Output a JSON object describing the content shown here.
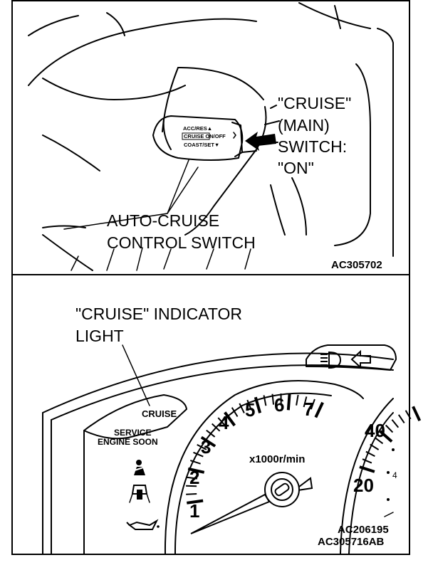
{
  "top_panel": {
    "main_switch_label": [
      "\"CRUISE\"",
      "(MAIN)",
      "SWITCH:",
      "\"ON\""
    ],
    "control_switch_label": [
      "AUTO-CRUISE",
      "CONTROL SWITCH"
    ],
    "lever_text": [
      "ACC/RES▲",
      "CRUISE ON/OFF",
      "COAST/SET▼"
    ],
    "figure_code": "AC305702"
  },
  "bottom_panel": {
    "indicator_label": [
      "\"CRUISE\" INDICATOR",
      "LIGHT"
    ],
    "cluster_cruise": "CRUISE",
    "cluster_service": [
      "SERVICE",
      "ENGINE SOON"
    ],
    "tach_unit": "x1000r/min",
    "tach_numbers": [
      "1",
      "2",
      "3",
      "4",
      "5",
      "6",
      "7"
    ],
    "speedo_numbers": [
      "40",
      "20"
    ],
    "figure_codes": [
      "AC206195",
      "AC305716AB"
    ]
  }
}
